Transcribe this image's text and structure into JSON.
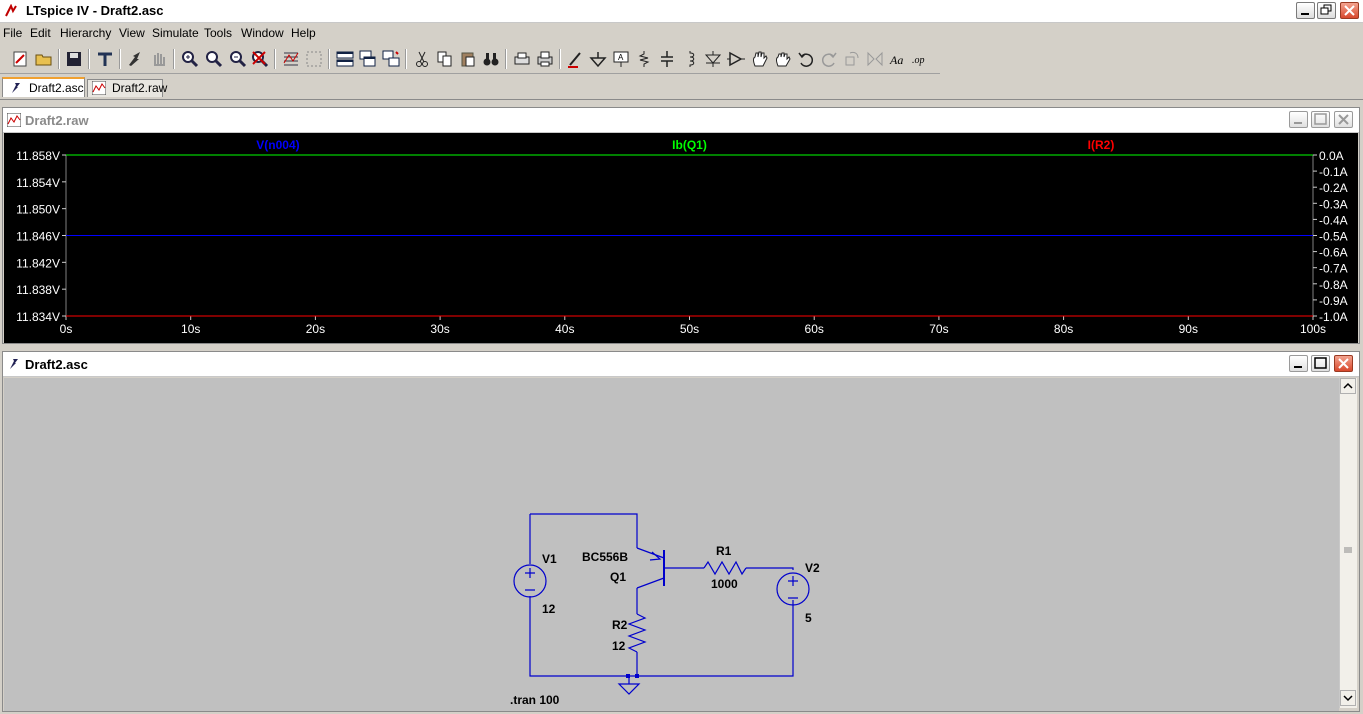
{
  "app": {
    "title": "LTspice IV - Draft2.asc"
  },
  "menu": [
    "File",
    "Edit",
    "Hierarchy",
    "View",
    "Simulate",
    "Tools",
    "Window",
    "Help"
  ],
  "toolbar_icons": [
    "new-schematic-icon",
    "open-icon",
    "save-icon",
    "control-panel-icon",
    "run-icon",
    "halt-icon",
    "zoom-in-icon",
    "zoom-out-icon",
    "zoom-back-icon",
    "zoom-fit-icon",
    "autorange-icon",
    "grid-icon",
    "tile-horizontal-icon",
    "cascade-icon",
    "tile-vertical-icon",
    "cut-icon",
    "copy-icon",
    "paste-icon",
    "find-icon",
    "print-setup-icon",
    "print-icon",
    "wire-icon",
    "ground-icon",
    "label-net-icon",
    "resistor-icon",
    "capacitor-icon",
    "inductor-icon",
    "diode-icon",
    "component-icon",
    "move-icon",
    "drag-icon",
    "undo-icon",
    "redo-icon",
    "rotate-icon",
    "mirror-icon",
    "text-icon",
    "spice-directive-icon"
  ],
  "tabs": [
    {
      "label": "Draft2.asc",
      "active": true
    },
    {
      "label": "Draft2.raw",
      "active": false
    }
  ],
  "waveform_window": {
    "title": "Draft2.raw"
  },
  "schematic_window": {
    "title": "Draft2.asc"
  },
  "chart_data": {
    "type": "line",
    "series": [
      {
        "name": "V(n004)",
        "color": "#0000ff",
        "axis": "left",
        "x": [
          0,
          100
        ],
        "y": [
          11.846,
          11.846
        ]
      },
      {
        "name": "Ib(Q1)",
        "color": "#00ff00",
        "axis": "right",
        "x": [
          0,
          100
        ],
        "y": [
          0.0,
          0.0
        ]
      },
      {
        "name": "I(R2)",
        "color": "#ff0000",
        "axis": "right",
        "x": [
          0,
          100
        ],
        "y": [
          -1.0,
          -1.0
        ]
      }
    ],
    "xlim": [
      0,
      100
    ],
    "ylim_left": [
      11.834,
      11.858
    ],
    "ylim_right": [
      -1.0,
      0.0
    ],
    "x_ticks": [
      "0s",
      "10s",
      "20s",
      "30s",
      "40s",
      "50s",
      "60s",
      "70s",
      "80s",
      "90s",
      "100s"
    ],
    "y_left_ticks": [
      "11.858V",
      "11.854V",
      "11.850V",
      "11.846V",
      "11.842V",
      "11.838V",
      "11.834V"
    ],
    "y_right_ticks": [
      "0.0A",
      "-0.1A",
      "-0.2A",
      "-0.3A",
      "-0.4A",
      "-0.5A",
      "-0.6A",
      "-0.7A",
      "-0.8A",
      "-0.9A",
      "-1.0A"
    ],
    "background": "#000000",
    "grid": false
  },
  "schematic": {
    "wire_color": "#0000cc",
    "labels": {
      "v1_name": "V1",
      "v1_value": "12",
      "q1_model": "BC556B",
      "q1_name": "Q1",
      "r1_name": "R1",
      "r1_value": "1000",
      "v2_name": "V2",
      "v2_value": "5",
      "r2_name": "R2",
      "r2_value": "12",
      "directive": ".tran 100"
    }
  }
}
